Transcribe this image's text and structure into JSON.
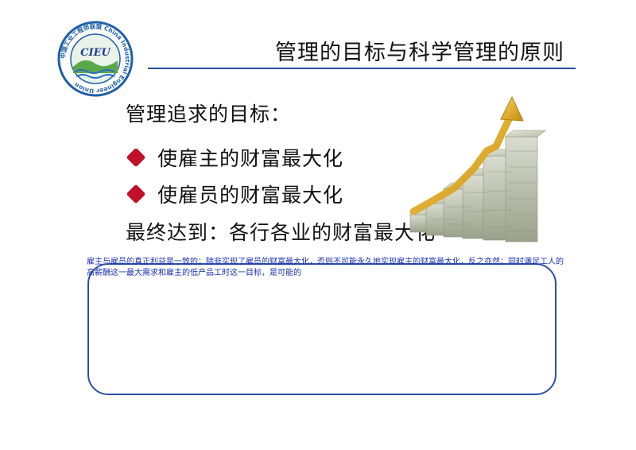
{
  "slide": {
    "title": "管理的目标与科学管理的原则",
    "heading": "管理追求的目标：",
    "bullets": [
      "使雇主的财富最大化",
      "使雇员的财富最大化"
    ],
    "conclusion": "最终达到：各行各业的财富最大化"
  },
  "logo": {
    "acronym": "CIEU",
    "ring_text": "中国工业工程师联盟 China Industrial Engineer Union"
  },
  "notes": {
    "text": "雇主与雇员的真正利益是一致的；除非实现了雇员的财富最大化，否则不可能永久地实现雇主的财富最大化，反之亦然；同时满足工人的高薪酬这一最大需求和雇主的低产品工时这一目标，是可能的"
  },
  "colors": {
    "accent": "#1f4e96",
    "bullet": "#c0102a",
    "notes_text": "#1c2fb0",
    "arrow": "#e0a817"
  },
  "icons": {
    "bullet": "diamond-icon",
    "picture": "money-growth-icon"
  }
}
